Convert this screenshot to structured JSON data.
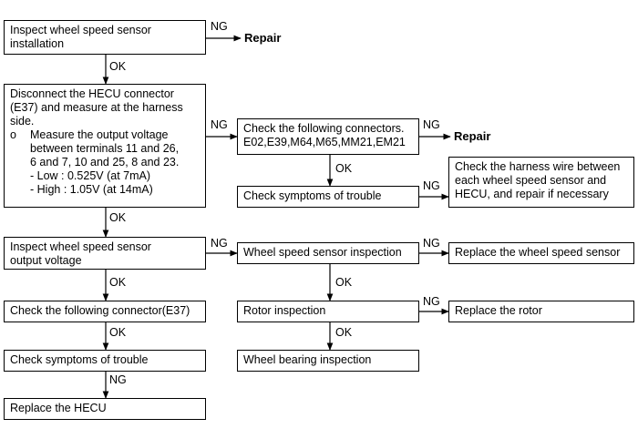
{
  "boxes": {
    "inspect_installation": [
      "Inspect wheel speed sensor",
      "installation"
    ],
    "disconnect": {
      "intro": [
        "Disconnect the HECU connector",
        "(E37) and measure at the harness",
        "side."
      ],
      "bullet": "o",
      "measure": [
        "Measure the output voltage",
        "between terminals 11 and 26,",
        "6 and 7, 10 and 25, 8 and 23.",
        "- Low : 0.525V (at 7mA)",
        "- High : 1.05V (at 14mA)"
      ]
    },
    "check_connectors": [
      "Check the following connectors.",
      "E02,E39,M64,M65,MM21,EM21"
    ],
    "check_symptoms_mid": "Check symptoms of trouble",
    "check_harness": [
      "Check the harness wire between",
      "each wheel speed sensor and",
      "HECU, and repair if necessary"
    ],
    "inspect_output": [
      "Inspect wheel speed sensor",
      "output voltage"
    ],
    "sensor_inspection": "Wheel speed sensor inspection",
    "replace_sensor": "Replace the wheel speed sensor",
    "check_e37": "Check the following connector(E37)",
    "rotor_inspection": "Rotor inspection",
    "replace_rotor": "Replace the rotor",
    "check_symptoms_left": "Check symptoms of trouble",
    "bearing_inspection": "Wheel bearing inspection",
    "replace_hecu": "Replace the HECU"
  },
  "labels": {
    "ng": "NG",
    "ok": "OK",
    "repair": "Repair"
  }
}
